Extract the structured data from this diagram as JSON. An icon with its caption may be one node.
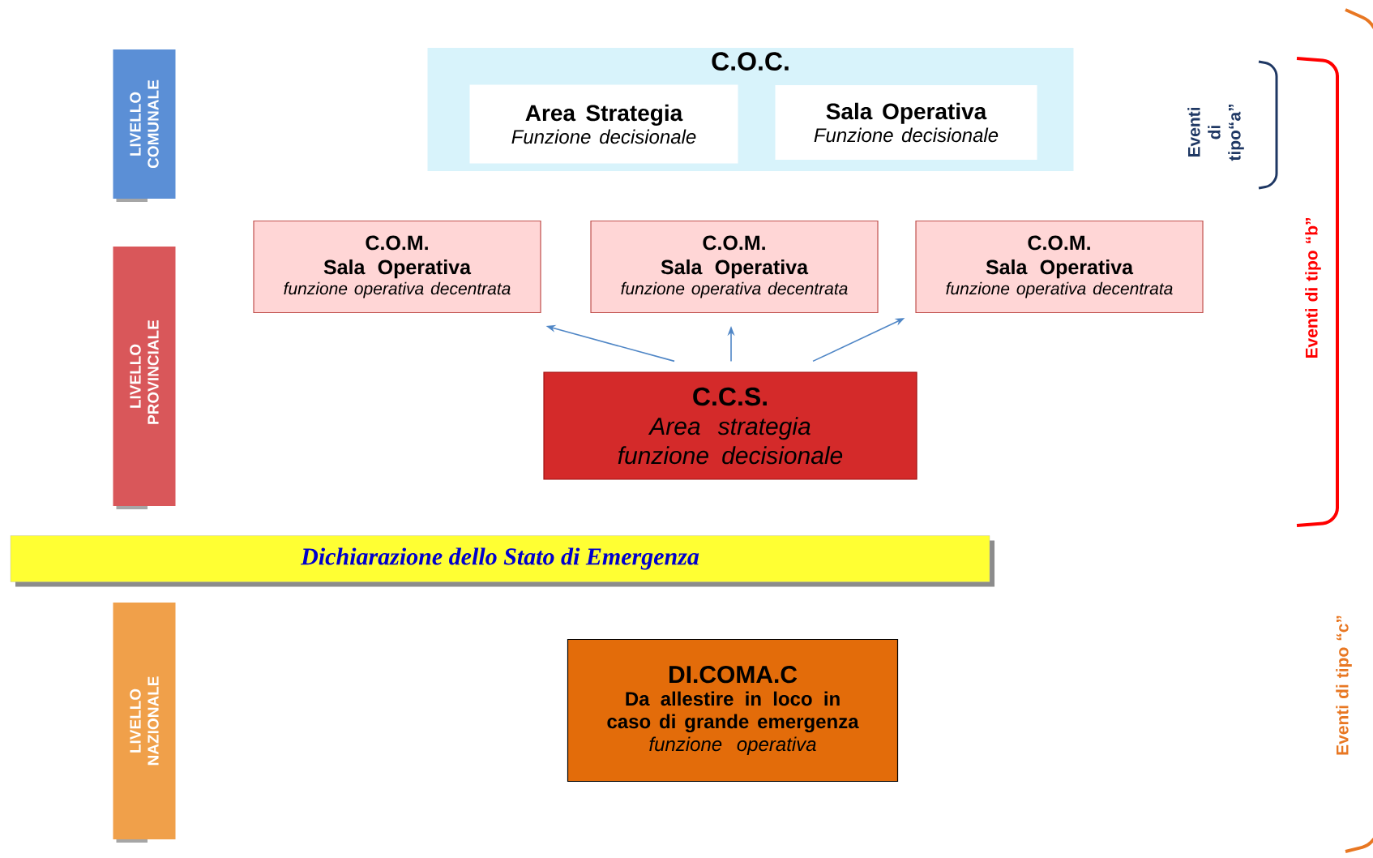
{
  "diagram": {
    "nodes": [
      {
        "text": [
          "LIVELLO COMUNALE"
        ]
      },
      {
        "text": [
          "C.O.C."
        ]
      },
      {
        "text": [
          "Area Strategia",
          "Funzione decisionale"
        ],
        "in": 1
      },
      {
        "text": [
          "Sala Operativa",
          "Funzione decisionale"
        ],
        "in": 1
      },
      {
        "text": [
          "LIVELLO PROVINCIALE"
        ]
      },
      {
        "text": [
          "C.O.M.",
          "Sala Operativa",
          "funzione operativa decentrata"
        ]
      },
      {
        "text": [
          "C.O.M.",
          "Sala Operativa",
          "funzione operativa decentrata"
        ]
      },
      {
        "text": [
          "C.O.M.",
          "Sala Operativa",
          "funzione operativa decentrata"
        ]
      },
      {
        "text": [
          "C.C.S.",
          "Area strategia funzione decisionale"
        ]
      },
      {
        "text": [
          "Dichiarazione dello Stato di Emergenza"
        ]
      },
      {
        "text": [
          "LIVELLO NAZIONALE"
        ]
      },
      {
        "text": [
          "DI.COMA.C",
          "Da allestire in loco in caso di grande emergenza",
          "funzione operativa"
        ]
      }
    ],
    "edges": [
      {
        "from": 8,
        "to": 5,
        "arrow": "to"
      },
      {
        "from": 8,
        "to": 6,
        "arrow": "to"
      },
      {
        "from": 8,
        "to": 7,
        "arrow": "to"
      }
    ],
    "labels": [
      "Eventi di tipo“a”",
      "Eventi di tipo “b”",
      "Eventi di tipo “c”"
    ]
  }
}
